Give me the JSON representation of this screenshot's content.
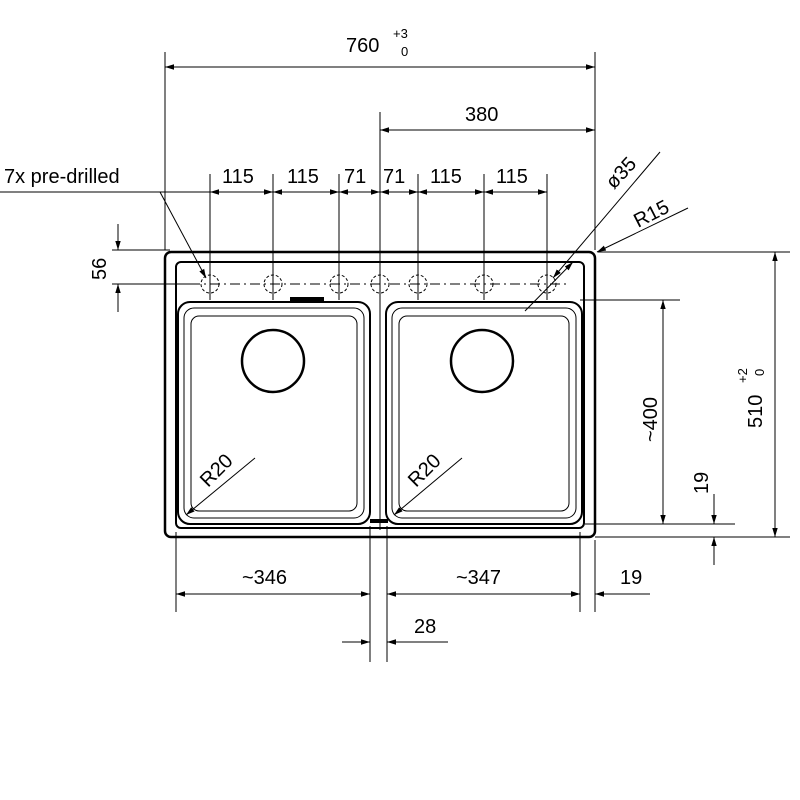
{
  "dimensions": {
    "overall_width": {
      "value": "760",
      "tol_upper": "+3",
      "tol_lower": "0"
    },
    "overall_depth": {
      "value": "510",
      "tol_upper": "+2",
      "tol_lower": "0"
    },
    "half_width": "380",
    "hole_spacings": [
      "115",
      "115",
      "71",
      "71",
      "115",
      "115"
    ],
    "hole_offset": "56",
    "hole_diameter": "ø35",
    "corner_radius_outer": "R15",
    "corner_radius_bowl_left": "R20",
    "corner_radius_bowl_right": "R20",
    "bowl_depth": "~400",
    "bottom_margin": "19",
    "left_bowl_width": "~346",
    "right_bowl_width": "~347",
    "right_margin": "19",
    "divider_width": "28"
  },
  "notes": {
    "predrilled": "7x pre-drilled"
  }
}
